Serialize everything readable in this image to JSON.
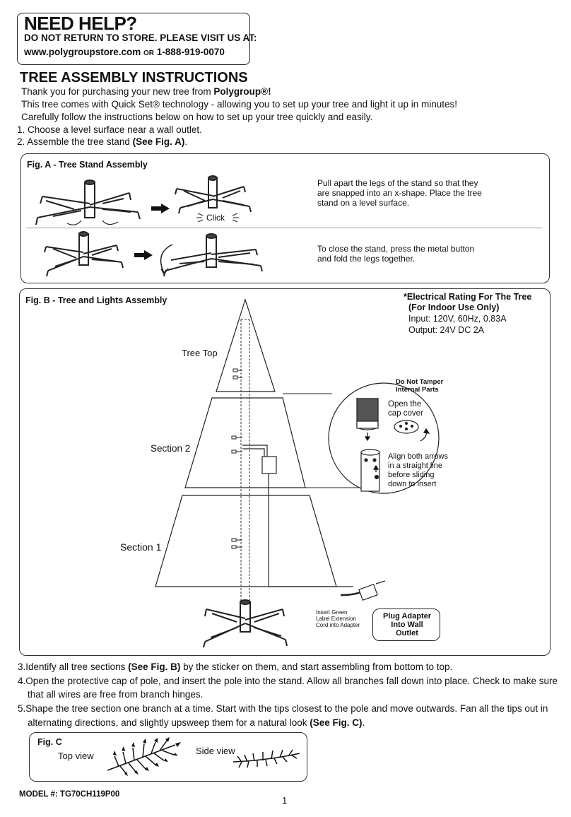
{
  "help": {
    "title": "NEED HELP?",
    "line1": "DO NOT RETURN TO STORE. PLEASE VISIT US AT:",
    "url": "www.polygroupstore.com",
    "or": "OR",
    "phone": "1-888-919-0070"
  },
  "heading": "TREE ASSEMBLY INSTRUCTIONS",
  "intro": {
    "line1_prefix": "Thank you for purchasing your new tree from ",
    "line1_brand": "Polygroup®!",
    "line2": "This tree comes with Quick Set® technology - allowing you to set up your tree and light it up in minutes!",
    "line3": "Carefully follow the instructions below on how to set up your tree quickly and easily."
  },
  "steps_top": [
    {
      "text": "1. Choose a level surface near a wall outlet."
    },
    {
      "text": "2. Assemble the tree stand ",
      "bold": "(See Fig. A)",
      "tail": "."
    }
  ],
  "figA": {
    "label": "Fig. A - Tree Stand Assembly",
    "click": "Click",
    "note1": [
      "Pull apart the legs of the stand so that they",
      "are snapped into an x-shape. Place the tree",
      "stand on a level surface."
    ],
    "note2": [
      "To close the stand, press the metal button",
      "and fold the legs together."
    ]
  },
  "figB": {
    "label": "Fig. B - Tree and Lights Assembly",
    "rating_title": [
      "*Electrical Rating For The Tree",
      "(For Indoor Use Only)"
    ],
    "rating_lines": [
      "Input: 120V, 60Hz, 0.83A",
      "Output: 24V DC 2A"
    ],
    "tree_top": "Tree Top",
    "section2": "Section 2",
    "section1": "Section 1",
    "do_not_tamper": [
      "Do Not Tamper",
      "Internal Parts"
    ],
    "open_cap": [
      "Open the",
      "cap cover"
    ],
    "align": [
      "Align both arrows",
      "in a straight line",
      "before sliding",
      "down to insert"
    ],
    "insert_green": [
      "Insert Green",
      "Label Extension",
      "Cord into Adapter"
    ],
    "plug_adapter": [
      "Plug Adapter",
      "Into Wall",
      "Outlet"
    ]
  },
  "steps_bottom": [
    {
      "num": "3.",
      "pre": "Identify all tree sections ",
      "bold": "(See Fig. B)",
      "post": " by the sticker on them, and start assembling from bottom to top."
    },
    {
      "num": "4.",
      "line1": "Open the protective cap of pole, and insert the pole into the stand. Allow all branches fall down into place. Check to make sure",
      "line2": "that all wires are free from branch hinges."
    },
    {
      "num": "5.",
      "line1": "Shape the tree section one branch at a time. Start with the tips closest to the pole and move outwards. Fan all the tips out in",
      "line2_pre": "alternating directions, and slightly upsweep them for a natural look ",
      "line2_bold": "(See Fig. C)",
      "line2_post": "."
    }
  ],
  "figC": {
    "label": "Fig. C",
    "top_view": "Top view",
    "side_view": "Side view"
  },
  "model": "MODEL #: TG70CH119P00",
  "page_number": "1"
}
